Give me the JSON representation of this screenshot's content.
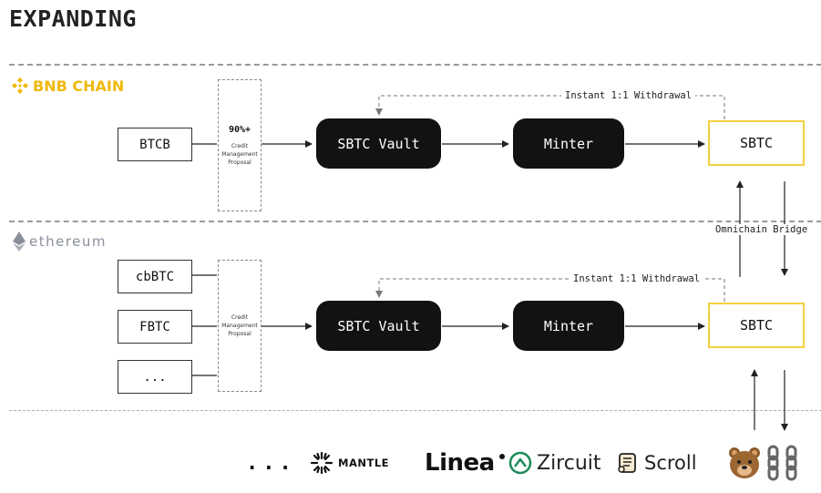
{
  "title": "EXPANDING",
  "chains": {
    "bnb": {
      "name": "BNB CHAIN",
      "color": "#f0b90b",
      "icon": "bnb-icon",
      "assets": [
        "BTCB"
      ],
      "cmp": {
        "percent": "90%+",
        "label_lines": [
          "Credit",
          "Management",
          "Proposal"
        ]
      },
      "vault": "SBTC Vault",
      "minter": "Minter",
      "output": "SBTC",
      "withdrawal": "Instant 1:1 Withdrawal"
    },
    "eth": {
      "name": "ethereum",
      "color": "#8a8f9c",
      "icon": "ethereum-icon",
      "assets": [
        "cbBTC",
        "FBTC",
        "..."
      ],
      "cmp": {
        "label_lines": [
          "Credit",
          "Management",
          "Proposal"
        ]
      },
      "vault": "SBTC Vault",
      "minter": "Minter",
      "output": "SBTC",
      "withdrawal": "Instant 1:1 Withdrawal"
    }
  },
  "bridge_label": "Omnichain Bridge",
  "accent_color": "#f4d03f",
  "partners": {
    "more": "...",
    "mantle": "MANTLE",
    "linea": "Linea",
    "zircuit": "Zircuit",
    "scroll": "Scroll",
    "bera_icon": "bear-icon",
    "chain_icon": "chain-link-icon"
  }
}
